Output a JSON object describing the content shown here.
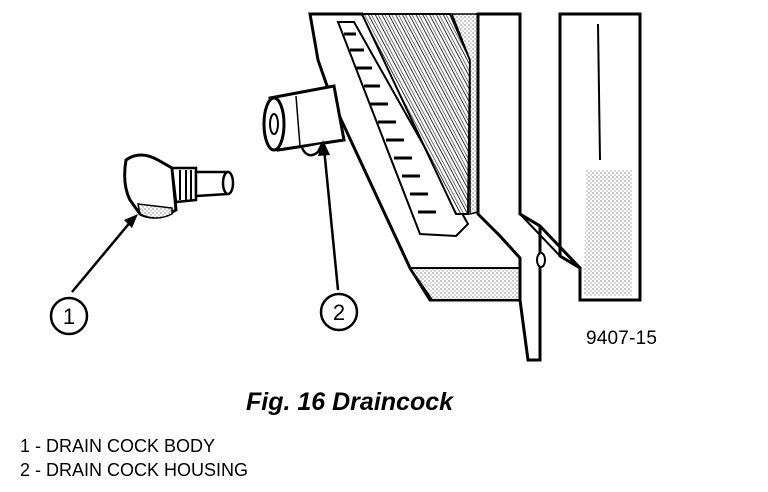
{
  "callouts": [
    {
      "number": "1"
    },
    {
      "number": "2"
    }
  ],
  "drawing_id": "9407-15",
  "caption": "Fig. 16 Draincock",
  "legend": [
    "1 - DRAIN COCK BODY",
    "2 - DRAIN COCK HOUSING"
  ]
}
